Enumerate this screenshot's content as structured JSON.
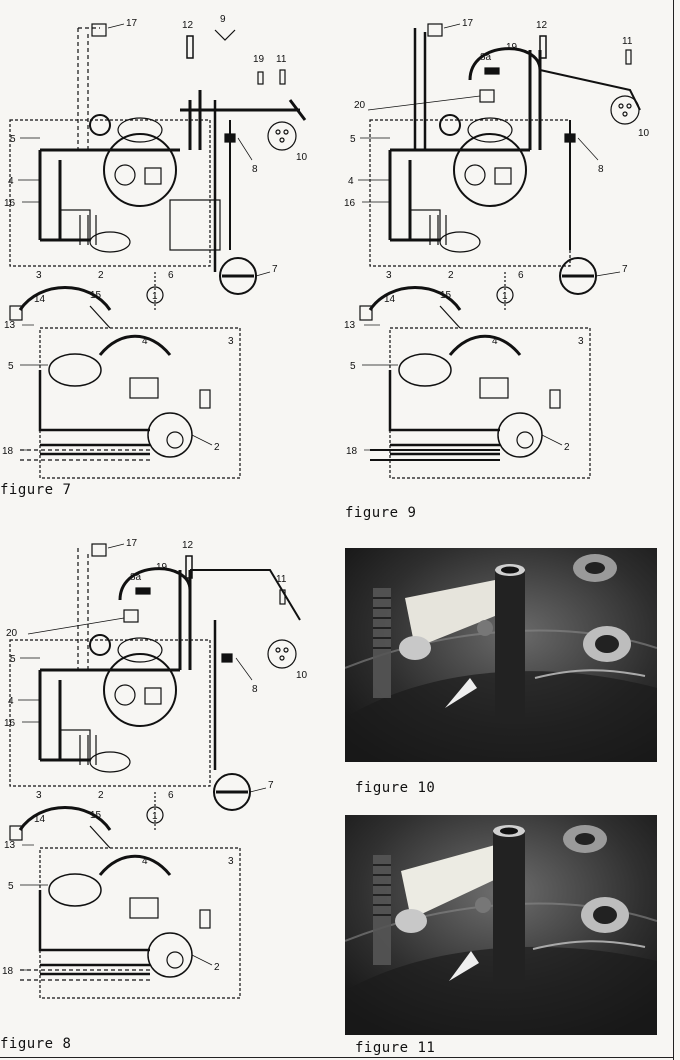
{
  "figures": {
    "fig7": {
      "caption": "figure 7",
      "labels": {
        "l17": "17",
        "l12": "12",
        "l9": "9",
        "l19": "19",
        "l11": "11",
        "l5": "5",
        "l4": "4",
        "l16": "16",
        "l8": "8",
        "l10": "10",
        "l3": "3",
        "l2": "2",
        "l6": "6",
        "l7": "7",
        "l13": "13",
        "l14": "14",
        "l15": "15",
        "l1": "1",
        "l4b": "4",
        "l3b": "3",
        "l5b": "5",
        "l2b": "2",
        "l18": "18"
      }
    },
    "fig9": {
      "caption": "figure 9",
      "labels": {
        "l17": "17",
        "l12": "12",
        "l8a": "8a",
        "l19": "19",
        "l11": "11",
        "l20": "20",
        "l5": "5",
        "l4": "4",
        "l16": "16",
        "l8": "8",
        "l10": "10",
        "l3": "3",
        "l2": "2",
        "l6": "6",
        "l7": "7",
        "l13": "13",
        "l14": "14",
        "l15": "15",
        "l1": "1",
        "l4b": "4",
        "l3b": "3",
        "l5b": "5",
        "l2b": "2",
        "l18": "18"
      }
    },
    "fig8": {
      "caption": "figure 8",
      "labels": {
        "l17": "17",
        "l12": "12",
        "l8a": "8a",
        "l19": "19",
        "l11": "11",
        "l20": "20",
        "l5": "5",
        "l4": "4",
        "l16": "16",
        "l8": "8",
        "l10": "10",
        "l3": "3",
        "l2": "2",
        "l6": "6",
        "l7": "7",
        "l13": "13",
        "l14": "14",
        "l15": "15",
        "l1": "1",
        "l4b": "4",
        "l3b": "3",
        "l5b": "5",
        "l2b": "2",
        "l18": "18"
      }
    },
    "fig10": {
      "caption": "figure 10"
    },
    "fig11": {
      "caption": "figure 11"
    }
  }
}
